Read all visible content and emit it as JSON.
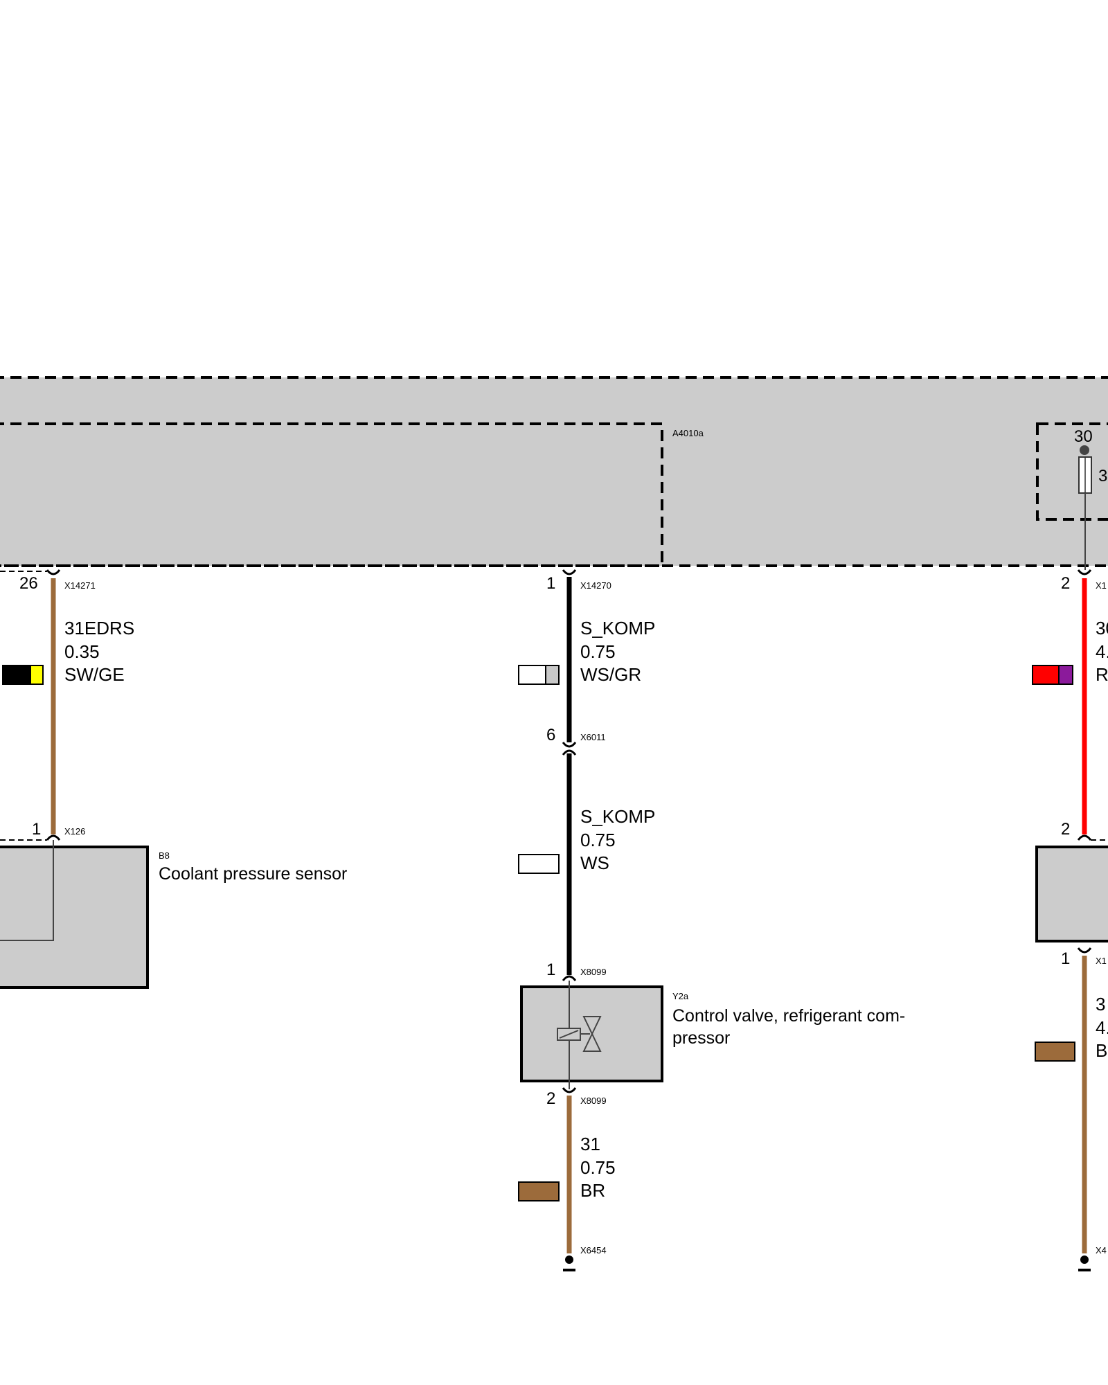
{
  "modules": {
    "inner_module_id": "A4010a",
    "fuse_terminal": "30",
    "fuse_label_partial": "3"
  },
  "wires": {
    "left": {
      "pin_top": "26",
      "conn_top": "X14271",
      "signal": "31EDRS",
      "size": "0.35",
      "color_code": "SW/GE",
      "swatch": [
        "#000000",
        "#ffff00"
      ],
      "pin_bottom": "1",
      "conn_bottom": "X126",
      "wire_color": "#9c6b3b"
    },
    "center_upper": {
      "pin_top": "1",
      "conn_top": "X14270",
      "signal": "S_KOMP",
      "size": "0.75",
      "color_code": "WS/GR",
      "swatch": [
        "#ffffff",
        "#c8c8c8"
      ],
      "pin_bottom": "6",
      "conn_bottom": "X6011",
      "wire_color": "#000000"
    },
    "center_lower": {
      "signal": "S_KOMP",
      "size": "0.75",
      "color_code": "WS",
      "swatch": [
        "#ffffff"
      ],
      "pin_bottom": "1",
      "conn_bottom": "X8099"
    },
    "center_ground": {
      "pin_top": "2",
      "conn_top": "X8099",
      "signal": "31",
      "size": "0.75",
      "color_code": "BR",
      "swatch": [
        "#9c6b3b"
      ],
      "conn_end": "X6454"
    },
    "right_upper": {
      "pin_top": "2",
      "conn_top_partial": "X1",
      "signal_partial": "30",
      "size_partial": "4.",
      "color_partial": "R",
      "swatch": [
        "#ff0000",
        "#8b1a9b"
      ],
      "pin_bottom": "2",
      "wire_color": "#ff0000"
    },
    "right_lower": {
      "pin_top": "1",
      "conn_top_partial": "X1",
      "signal_partial": "3",
      "size_partial": "4.",
      "color_partial": "B",
      "swatch": [
        "#9c6b3b"
      ],
      "conn_end_partial": "X4"
    }
  },
  "components": {
    "b8": {
      "id": "B8",
      "name": "Coolant pressure sensor"
    },
    "y2a": {
      "id": "Y2a",
      "name_line1": "Control valve, refrigerant com-",
      "name_line2": "pressor"
    }
  }
}
